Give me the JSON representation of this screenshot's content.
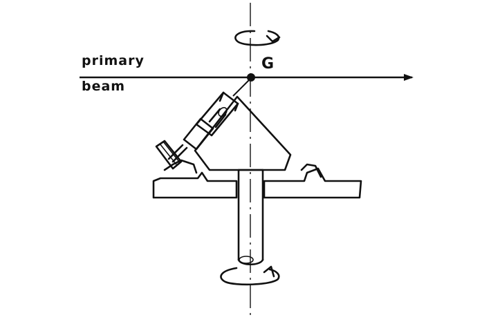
{
  "labels": {
    "primary": "primary",
    "beam": "beam",
    "point": "G"
  },
  "colors": {
    "ink": "#111111",
    "background": "#ffffff"
  }
}
